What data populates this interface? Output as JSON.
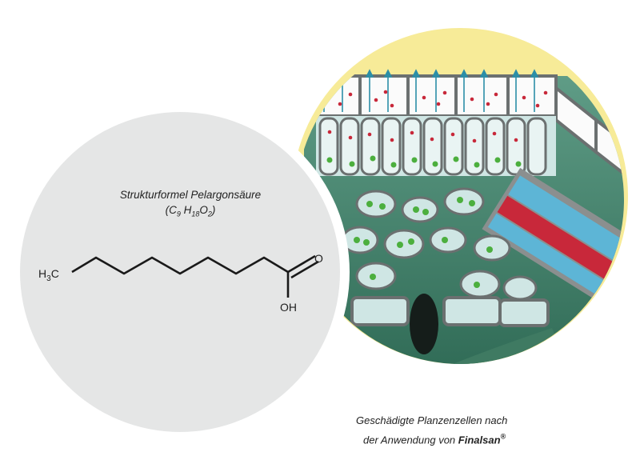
{
  "formula": {
    "title": "Strukturformel Pelargonsäure",
    "sum_formula": {
      "open": "(C",
      "c_count": "9",
      "h": " H",
      "h_count": "18",
      "o": "O",
      "o_count": "2",
      "close": ")"
    },
    "atoms": {
      "methyl_h": "H",
      "methyl_sub": "3",
      "methyl_c": "C",
      "carbonyl_o": "O",
      "hydroxyl": "OH"
    }
  },
  "caption": {
    "line1": "Geschädigte Planzenzellen nach",
    "line2_prefix": "der Anwendung von ",
    "brand": "Finalsan",
    "trademark": "®"
  },
  "colors": {
    "formula_circle": "#e5e6e6",
    "sun_circle": "#f7eb98",
    "cell_green": "#3f7a62",
    "cell_light": "#cfe6e4",
    "cell_blue": "#5db5d6",
    "cell_red": "#c8283a",
    "cell_wall": "#6b7070"
  }
}
